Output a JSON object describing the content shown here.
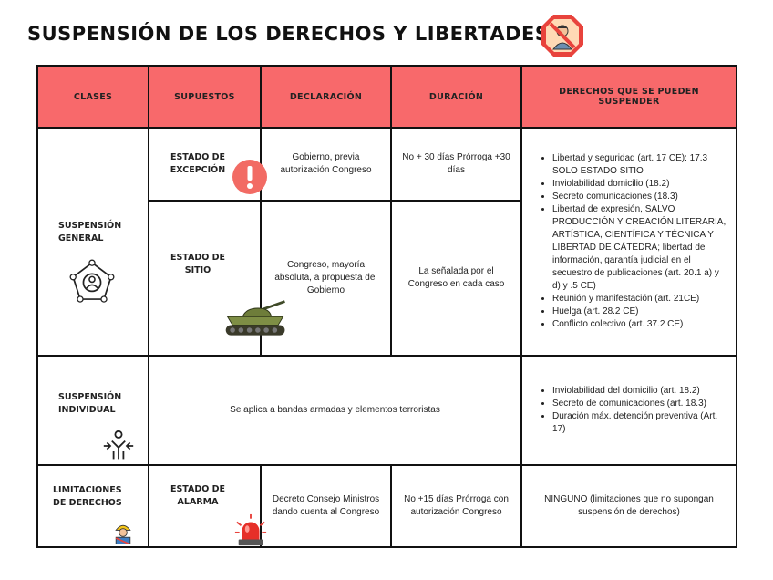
{
  "title": "SUSPENSIÓN DE LOS DERECHOS Y LIBERTADES CE",
  "headers": [
    "CLASES",
    "SUPUESTOS",
    "DECLARACIÓN",
    "DURACIÓN",
    "DERECHOS QUE SE PUEDEN SUSPENDER"
  ],
  "general": {
    "clase": "SUSPENSIÓN GENERAL",
    "excepcion": {
      "supuesto": "ESTADO DE EXCEPCIÓN",
      "declaracion": "Gobierno, previa autorización Congreso",
      "duracion": "No + 30 días Prórroga +30 días"
    },
    "sitio": {
      "supuesto": "ESTADO DE SITIO",
      "declaracion": "Congreso, mayoría absoluta, a propuesta del Gobierno",
      "duracion": "La señalada por el Congreso en cada caso"
    },
    "derechos": [
      "Libertad y seguridad (art. 17 CE): 17.3 SOLO ESTADO SITIO",
      "Inviolabilidad domicilio (18.2)",
      "Secreto comunicaciones (18.3)",
      "Libertad de expresión, SALVO PRODUCCIÓN Y CREACIÓN LITERARIA, ARTÍSTICA, CIENTÍFICA Y TÉCNICA Y LIBERTAD DE CÁTEDRA; libertad de información, garantía judicial en el secuestro de publicaciones (art. 20.1 a) y d) y .5 CE)",
      "Reunión y manifestación (art. 21CE)",
      "Huelga (art. 28.2 CE)",
      "Conflicto colectivo (art. 37.2 CE)"
    ]
  },
  "individual": {
    "clase": "SUSPENSIÓN INDIVIDUAL",
    "texto": "Se aplica a bandas armadas y elementos terroristas",
    "derechos": [
      "Inviolabilidad del domicilio (art. 18.2)",
      "Secreto de comunicaciones (art. 18.3)",
      "Duración máx. detención preventiva (Art. 17)"
    ]
  },
  "limitaciones": {
    "clase": "LIMITACIONES DE DERECHOS",
    "supuesto": "ESTADO DE ALARMA",
    "declaracion": "Decreto Consejo Ministros dando cuenta al Congreso",
    "duracion": "No +15 días Prórroga con autorización Congreso",
    "derechos": "NINGUNO (limitaciones que no supongan suspensión de derechos)"
  },
  "colors": {
    "header": "#f8696b",
    "border": "#111111"
  },
  "icons": [
    "no-person-octagon-icon",
    "exclamation-icon",
    "network-person-icon",
    "tank-icon",
    "arrest-icon",
    "worker-icon",
    "siren-icon"
  ]
}
